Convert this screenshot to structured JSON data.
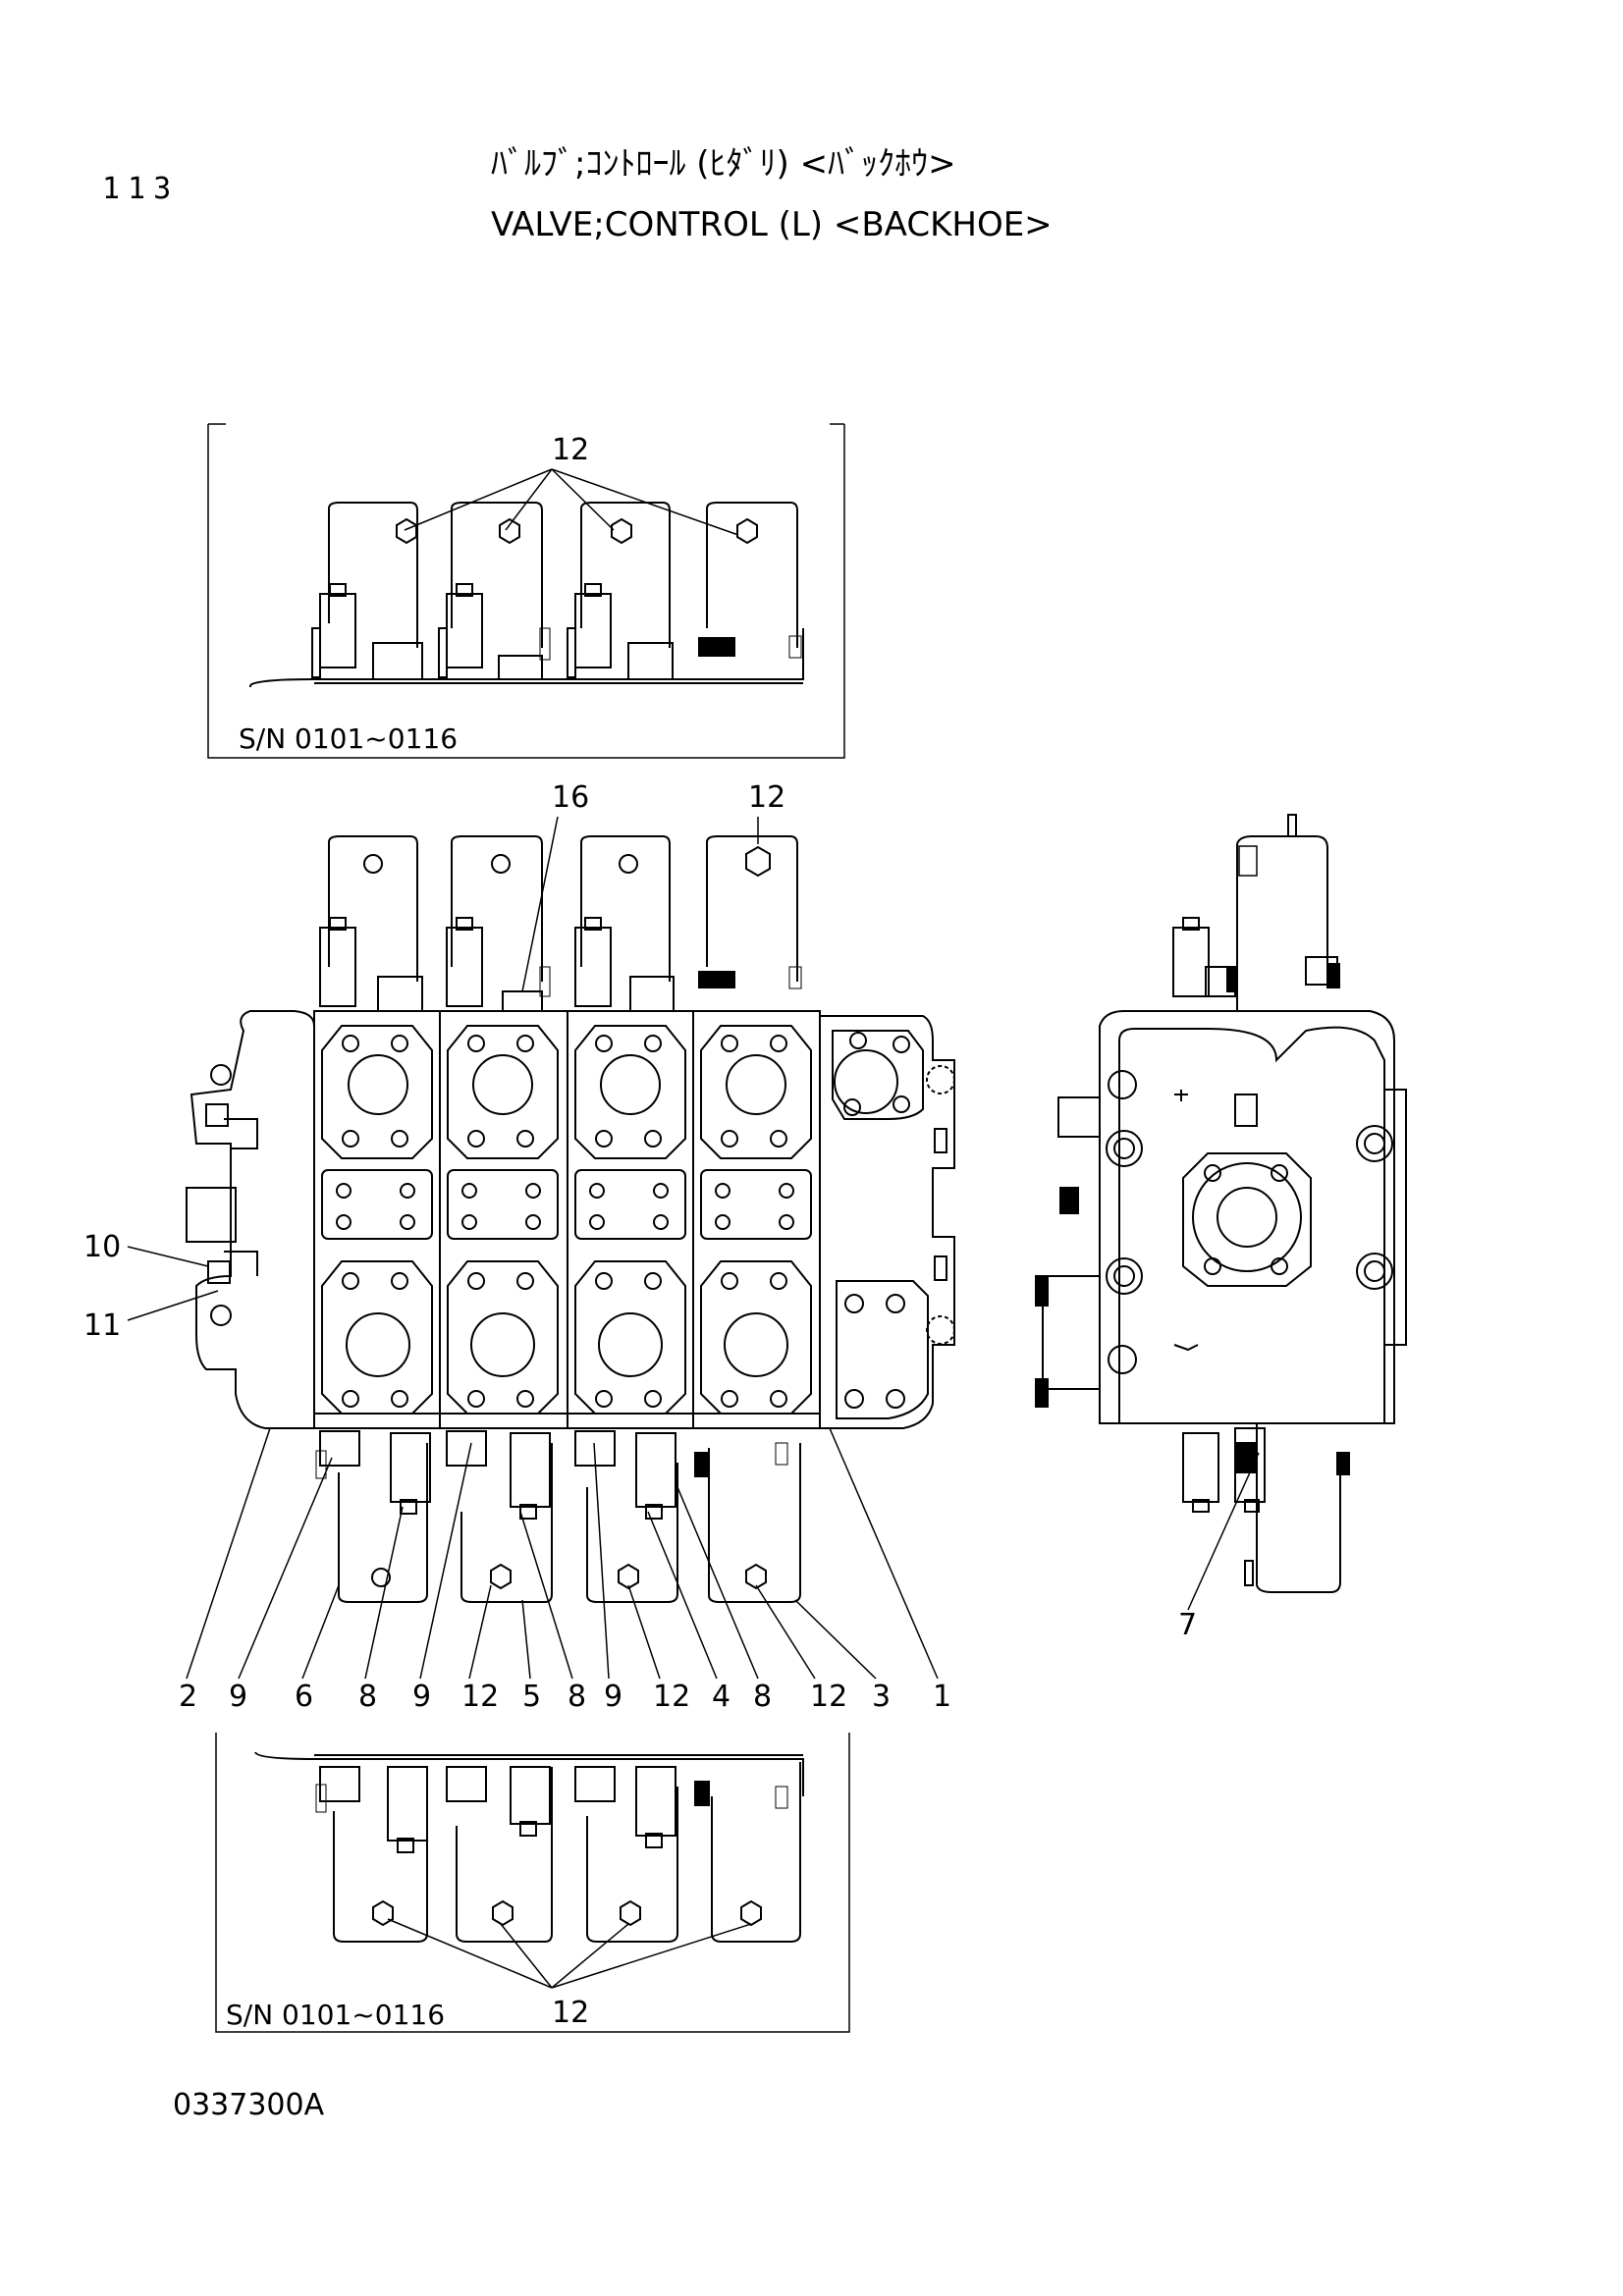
{
  "header": {
    "page_number": "113",
    "title_jp": "ﾊﾞﾙﾌﾞ;ｺﾝﾄﾛｰﾙ (ﾋﾀﾞﾘ) <ﾊﾞｯｸﾎｳ>",
    "title_en": "VALVE;CONTROL (L) <BACKHOE>"
  },
  "top_inset": {
    "serial": "S/N  0101~0116",
    "callout": "12"
  },
  "bottom_inset": {
    "serial": "S/N 0101~0116",
    "callout": "12"
  },
  "main_view": {
    "top_callouts": [
      "16",
      "12"
    ],
    "left_callouts": [
      "10",
      "11"
    ],
    "bottom_callouts": [
      "2",
      "9",
      "6",
      "8",
      "9",
      "12",
      "5",
      "8",
      "9",
      "12",
      "4",
      "8",
      "12",
      "3",
      "1"
    ]
  },
  "side_view": {
    "callout": "7"
  },
  "footer": {
    "drawing_number": "0337300A"
  }
}
